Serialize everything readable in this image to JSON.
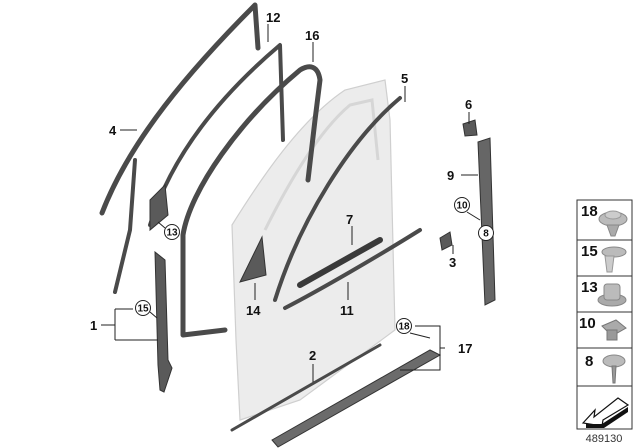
{
  "diagram": {
    "callouts": {
      "c1": "1",
      "c2": "2",
      "c3": "3",
      "c4": "4",
      "c5": "5",
      "c6": "6",
      "c7": "7",
      "c8": "8",
      "c9": "9",
      "c10": "10",
      "c11": "11",
      "c12": "12",
      "c13": "13",
      "c14": "14",
      "c15": "15",
      "c16": "16",
      "c17": "17",
      "c18": "18"
    },
    "legend": {
      "items": [
        {
          "label": "18",
          "icon": "push-rivet-icon"
        },
        {
          "label": "15",
          "icon": "expanding-clip-icon"
        },
        {
          "label": "13",
          "icon": "clip-nut-icon"
        },
        {
          "label": "10",
          "icon": "spring-nut-icon"
        },
        {
          "label": "8",
          "icon": "screw-icon"
        }
      ],
      "footer_icon": "view-direction-arrow-icon"
    },
    "image_number": "489130"
  }
}
